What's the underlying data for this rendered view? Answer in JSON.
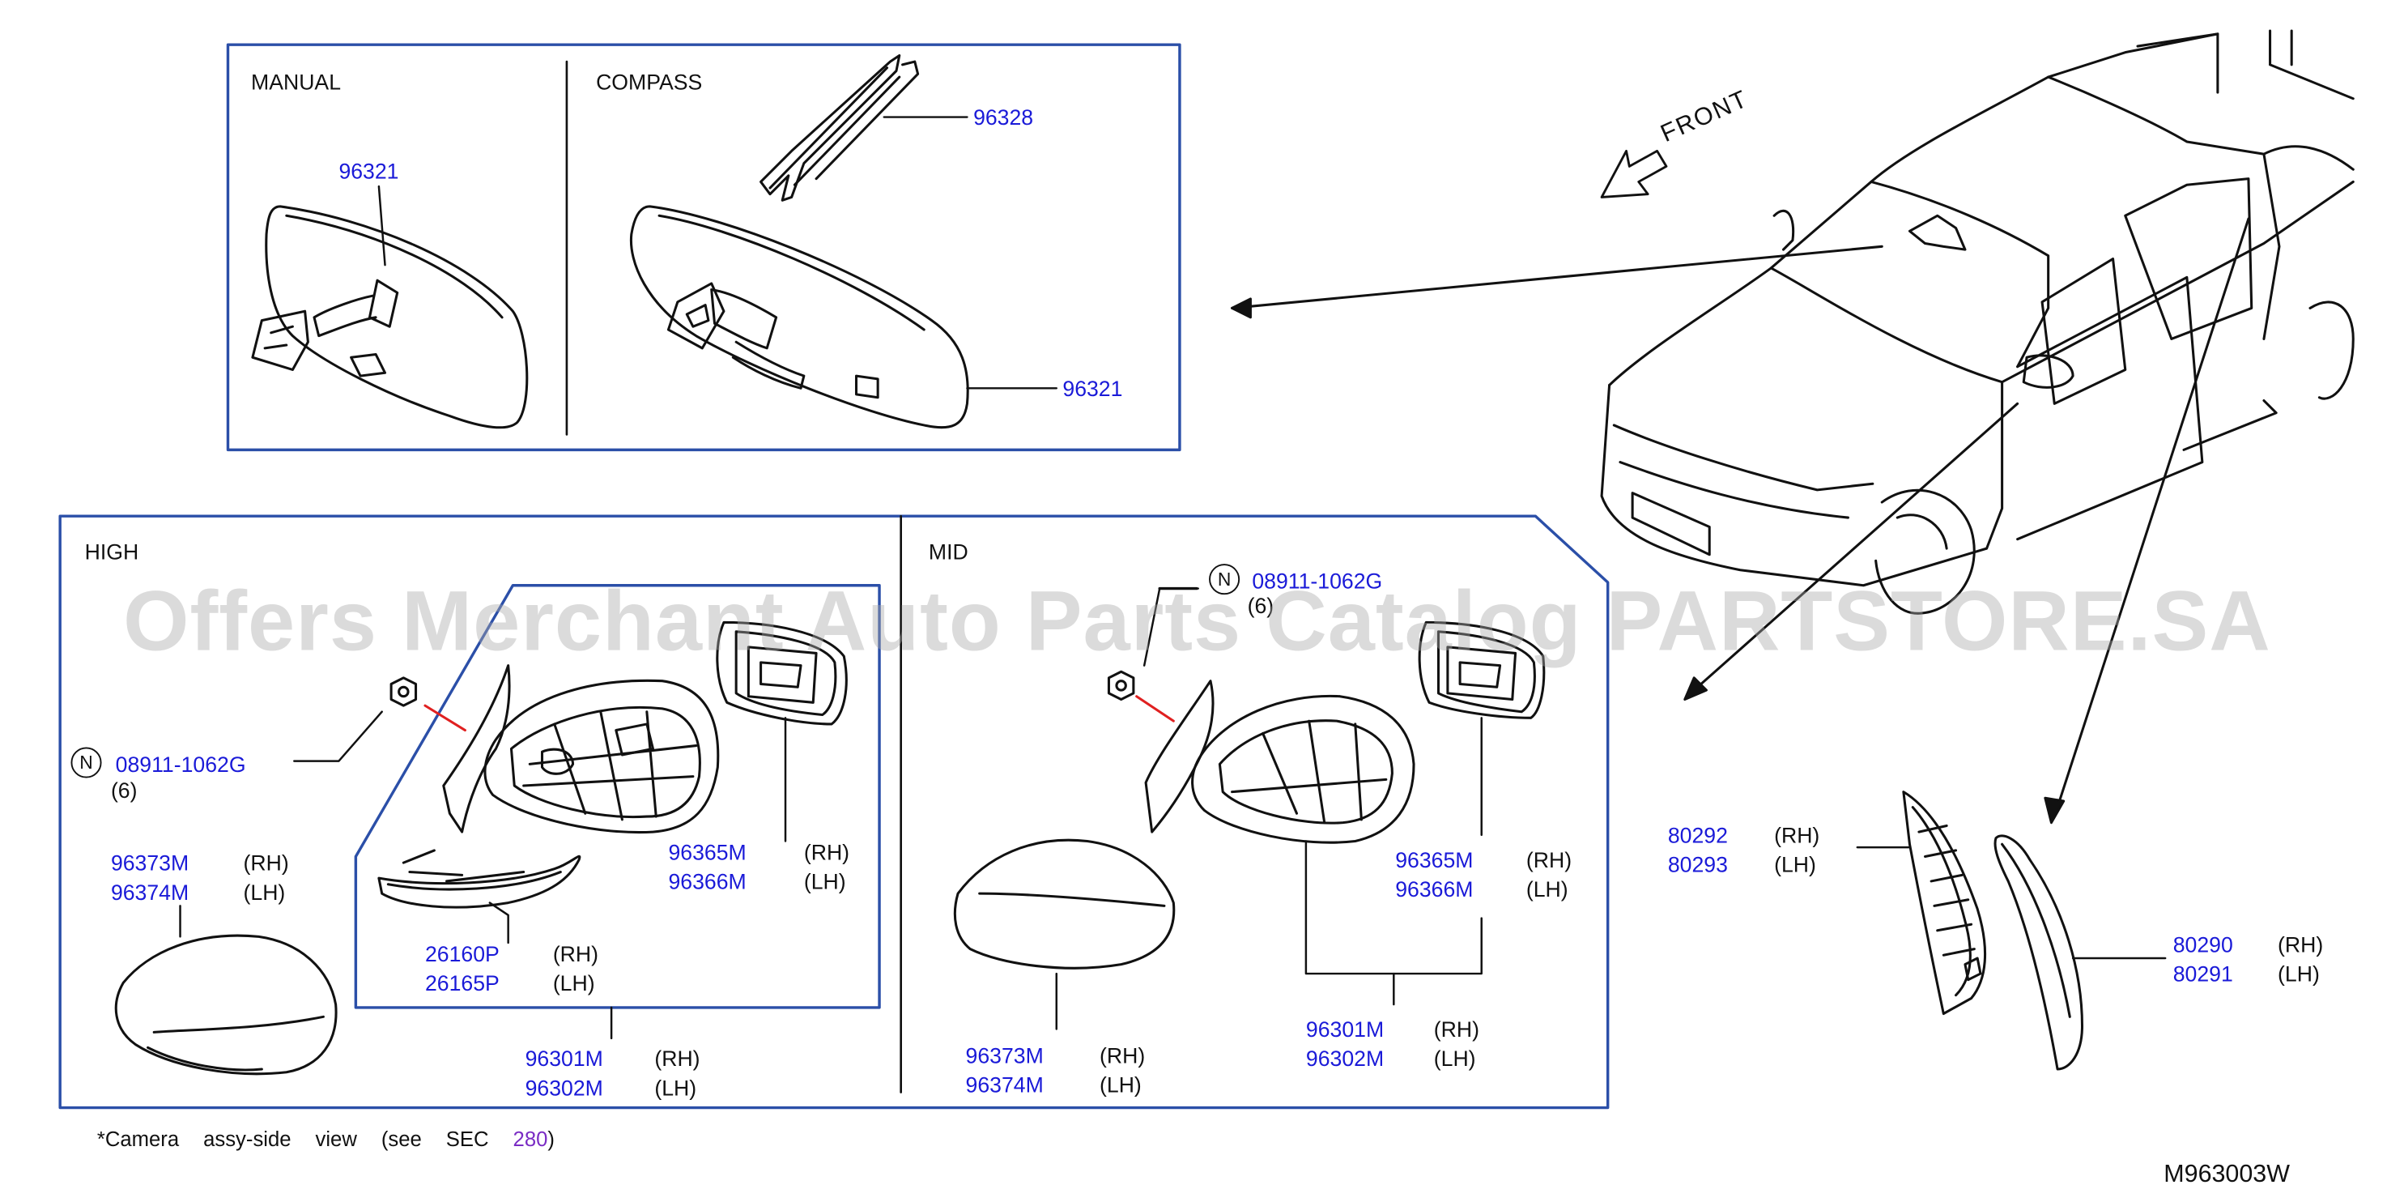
{
  "sections": {
    "manual": "MANUAL",
    "compass": "COMPASS",
    "high": "HIGH",
    "mid": "MID"
  },
  "front_label": "FRONT",
  "parts": {
    "compass_mount": "96328",
    "manual_mirror": "96321",
    "compass_mirror": "96321",
    "nut_high": "08911-1062G",
    "nut_mid": "08911-1062G",
    "nut_qty_high": "(6)",
    "nut_qty_mid": "(6)",
    "nut_marker": "N",
    "high_cover_rh": "96373M",
    "high_cover_lh": "96374M",
    "high_glass_rh": "96365M",
    "high_glass_lh": "96366M",
    "high_lamp_rh": "26160P",
    "high_lamp_lh": "26165P",
    "high_assy_rh": "96301M",
    "high_assy_lh": "96302M",
    "mid_glass_rh": "96365M",
    "mid_glass_lh": "96366M",
    "mid_cover_rh": "96373M",
    "mid_cover_lh": "96374M",
    "mid_assy_rh": "96301M",
    "mid_assy_lh": "96302M",
    "finisher_inner_rh": "80292",
    "finisher_inner_lh": "80293",
    "finisher_outer_rh": "80290",
    "finisher_outer_lh": "80291"
  },
  "sides": {
    "rh": "(RH)",
    "lh": "(LH)"
  },
  "note": {
    "text": "*Camera assy-side view (see SEC",
    "sec": "280",
    "close": ")"
  },
  "watermark": "Offers Merchant Auto Parts Catalog PARTSTORE.SA",
  "diagram_code": "M963003W",
  "colors": {
    "part_link": "#1a1ad8",
    "frame": "#2b4fa8",
    "leader_red": "#e02020",
    "sec_link": "#7a2cc4"
  }
}
